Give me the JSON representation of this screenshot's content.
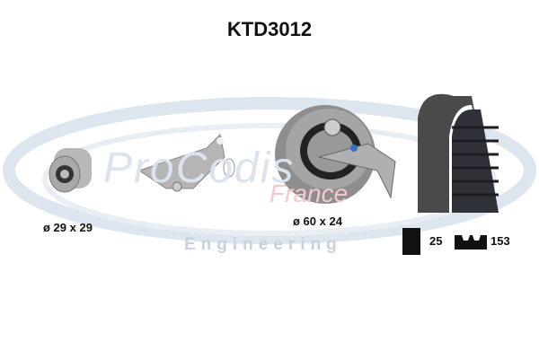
{
  "title": "KTD3012",
  "watermark": {
    "brand": "ProCodis",
    "sub": "France",
    "tagline": "Engineering"
  },
  "parts": [
    {
      "name": "idler-pulley",
      "dimension": "ø 29 x 29"
    },
    {
      "name": "tensioner-damper",
      "dimension": ""
    },
    {
      "name": "tensioner-pulley",
      "dimension": "ø 60 x 24"
    },
    {
      "name": "timing-belt",
      "width": "25",
      "teeth": "153"
    }
  ],
  "colors": {
    "swoosh": "#dbe4ee",
    "france": "#f6c8cc"
  }
}
